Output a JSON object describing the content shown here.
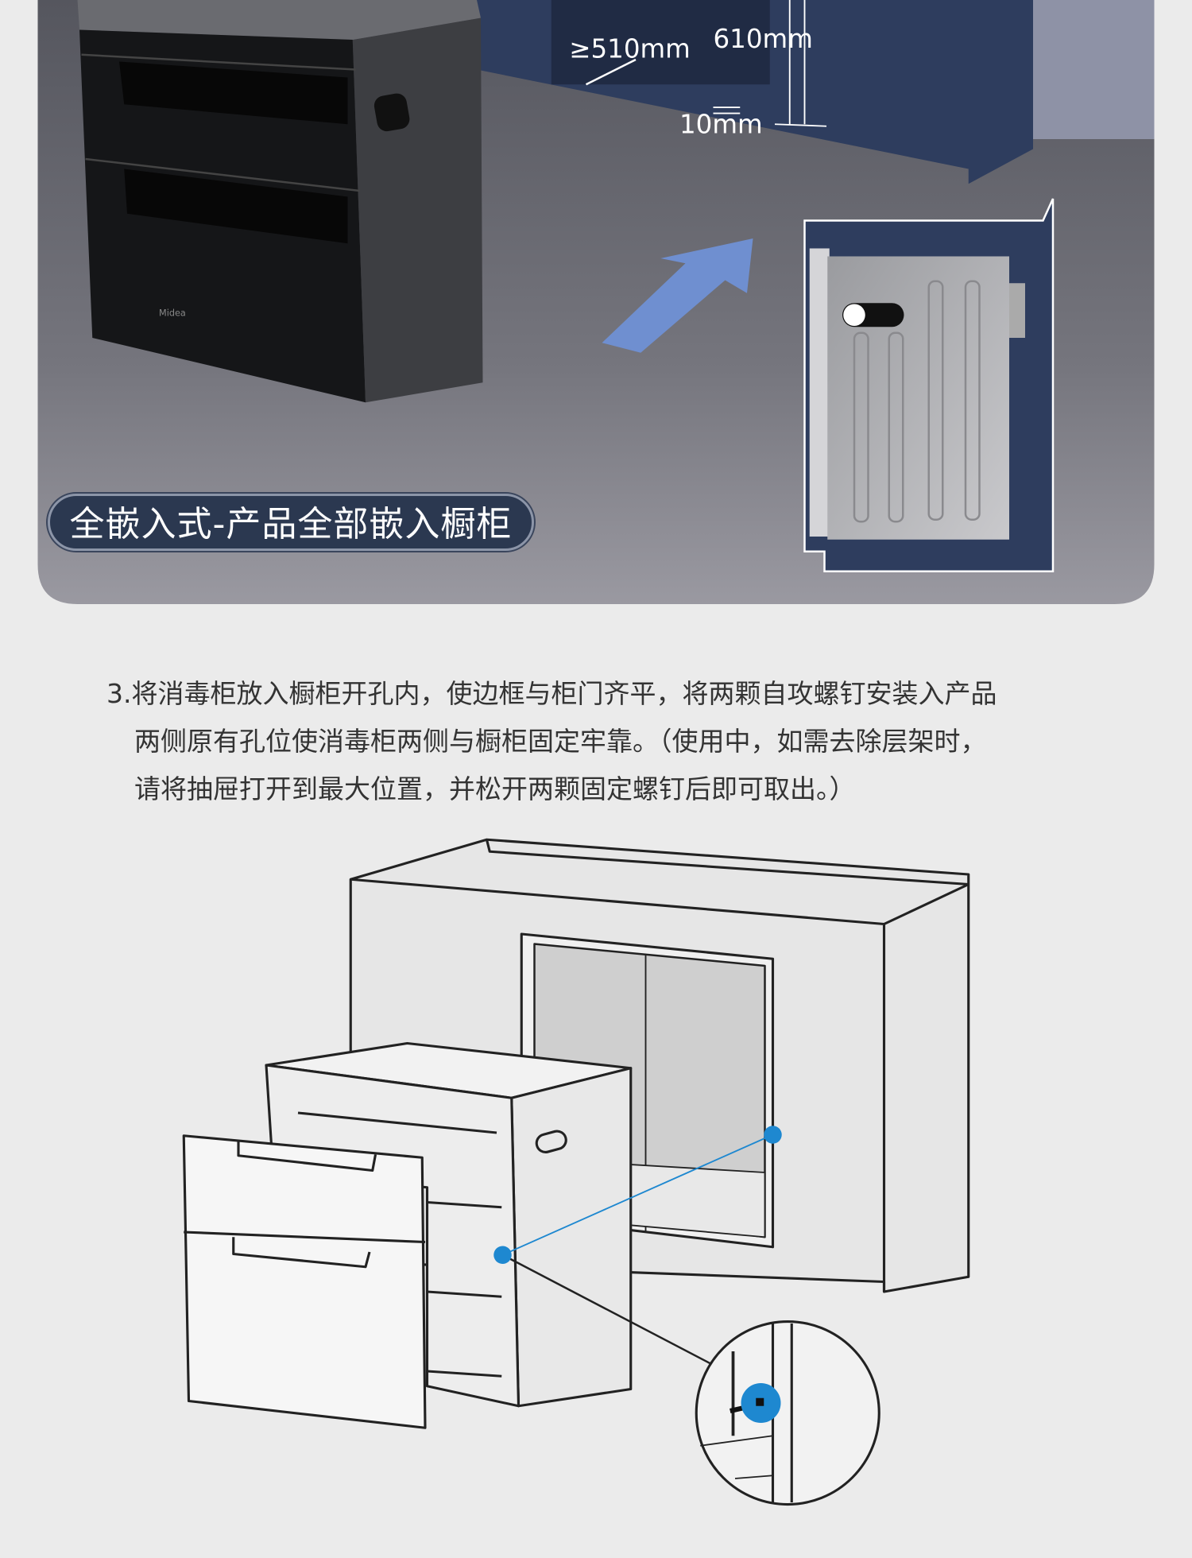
{
  "photo": {
    "dimension_depth": "≥510mm",
    "dimension_height": "610mm",
    "dimension_gap": "10mm",
    "badge": "全嵌入式-产品全部嵌入橱柜",
    "arrow_color": "#6f8fd0",
    "cabinet_color": "#2e3d5e"
  },
  "instruction": {
    "lines": [
      "3.将消毒柜放入橱柜开孔内，使边框与柜门齐平，将两颗自攻螺钉安装入产品",
      "两侧原有孔位使消毒柜两侧与橱柜固定牢靠。（使用中，如需去除层架时，",
      "请将抽屉打开到最大位置，并松开两颗固定螺钉后即可取出。）"
    ]
  },
  "diagram": {
    "screw_marker_color": "#1e88d0"
  }
}
